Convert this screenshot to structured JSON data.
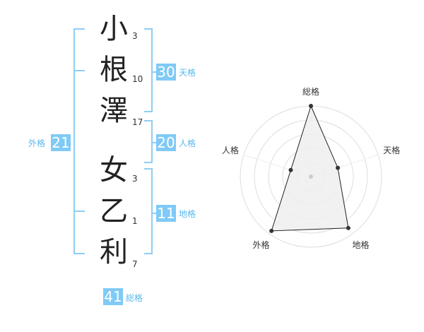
{
  "name": {
    "characters": [
      {
        "char": "小",
        "strokes": "3"
      },
      {
        "char": "根",
        "strokes": "10"
      },
      {
        "char": "澤",
        "strokes": "17"
      },
      {
        "char": "女",
        "strokes": "3"
      },
      {
        "char": "乙",
        "strokes": "1"
      },
      {
        "char": "利",
        "strokes": "7"
      }
    ]
  },
  "fortune": {
    "tenkaku": {
      "value": "30",
      "label": "天格"
    },
    "jinkaku": {
      "value": "20",
      "label": "人格"
    },
    "chikaku": {
      "value": "11",
      "label": "地格"
    },
    "gaikaku": {
      "value": "21",
      "label": "外格"
    },
    "soukaku": {
      "value": "41",
      "label": "総格"
    }
  },
  "colors": {
    "accent": "#7fcaf6",
    "bracket": "#8fcdf2",
    "polygon_fill": "#efefef"
  },
  "chart_data": {
    "type": "radar",
    "axes": [
      "総格",
      "天格",
      "地格",
      "外格",
      "人格"
    ],
    "values": [
      1.0,
      0.4,
      0.9,
      0.95,
      0.3
    ],
    "rmax": 1.0,
    "grid_rings": 5,
    "grid": true
  }
}
